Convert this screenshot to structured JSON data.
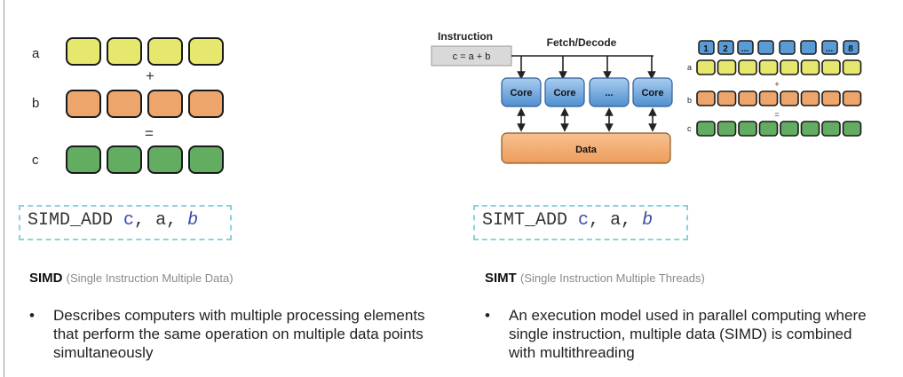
{
  "simd_diagram": {
    "row_labels": [
      "a",
      "b",
      "c"
    ],
    "operators": [
      "+",
      "="
    ],
    "code": {
      "op": "SIMD_ADD",
      "dst": "c",
      "src1": "a",
      "src2": "b"
    }
  },
  "simt_diagram": {
    "instruction_label": "Instruction",
    "instruction_expr": "c = a + b",
    "fetch_decode_label": "Fetch/Decode",
    "cores": [
      "Core",
      "Core",
      "...",
      "Core"
    ],
    "data_label": "Data",
    "thread_ids": [
      "1",
      "2",
      "...",
      "",
      "",
      "",
      "...",
      "8"
    ],
    "row_labels": [
      "a",
      "b",
      "c"
    ],
    "operators": [
      "+",
      "="
    ],
    "code": {
      "op": "SIMT_ADD",
      "dst": "c",
      "src1": "a",
      "src2": "b"
    }
  },
  "simd": {
    "title": "SIMD",
    "subtitle": "(Single Instruction Multiple Data)",
    "bullet": "Describes computers with multiple processing elements that perform the same operation on multiple data points simultaneously"
  },
  "simt": {
    "title": "SIMT",
    "subtitle": "(Single Instruction Multiple Threads)",
    "bullet": "An execution model used in parallel computing where single instruction, multiple data (SIMD) is combined with multithreading"
  },
  "bullet_symbol": "•",
  "colors": {
    "yellow": "#e6e86e",
    "orange": "#eda56b",
    "green": "#63ad63",
    "core_blue": "#5b9bd5",
    "data_orange": "#f2a96a",
    "code_border": "#8ad2da"
  }
}
